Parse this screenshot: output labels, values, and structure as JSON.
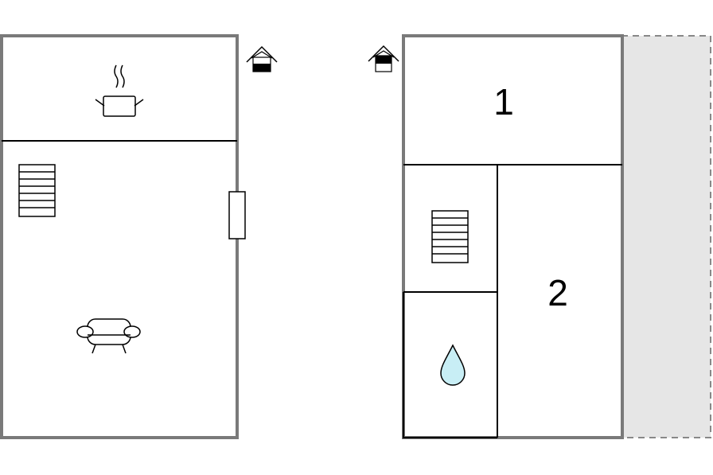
{
  "colors": {
    "outer_wall": "#7a7a7a",
    "inner_wall": "#000000",
    "terrace_fill": "#e6e6e6",
    "terrace_border": "#888888",
    "water_drop": "#c8eef5"
  },
  "floors": [
    {
      "name": "ground-floor",
      "rooms": [
        {
          "name": "kitchen",
          "icon": "cooking-pot-icon"
        },
        {
          "name": "living-room",
          "icons": [
            "staircase-icon",
            "sofa-icon",
            "door-icon"
          ]
        }
      ],
      "entrance_icon": "entrance-house-icon"
    },
    {
      "name": "upper-floor",
      "rooms": [
        {
          "name": "bedroom-1",
          "label": "1"
        },
        {
          "name": "bedroom-2",
          "label": "2"
        },
        {
          "name": "stair-hall",
          "icon": "staircase-icon"
        },
        {
          "name": "bathroom",
          "icon": "water-drop-icon"
        }
      ],
      "entrance_icon": "entrance-house-icon",
      "terrace": "terrace-area"
    }
  ]
}
